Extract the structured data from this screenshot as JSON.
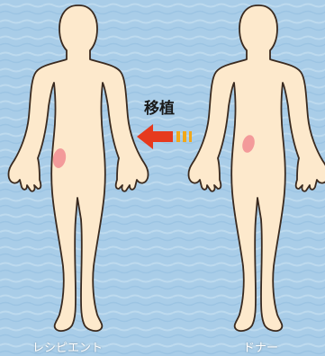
{
  "labels": {
    "transplant": "移植",
    "recipient": "レシピエント",
    "donor": "ドナー"
  },
  "colors": {
    "background": "#a9cde8",
    "skin": "#fde9cc",
    "outline": "#3a2a1f",
    "kidney": "#f39a9a",
    "arrow": "#e63a1e",
    "arrow_tail": "#f2a81a"
  },
  "icons": {
    "arrow": "left-arrow-icon",
    "kidney": "kidney-icon"
  }
}
